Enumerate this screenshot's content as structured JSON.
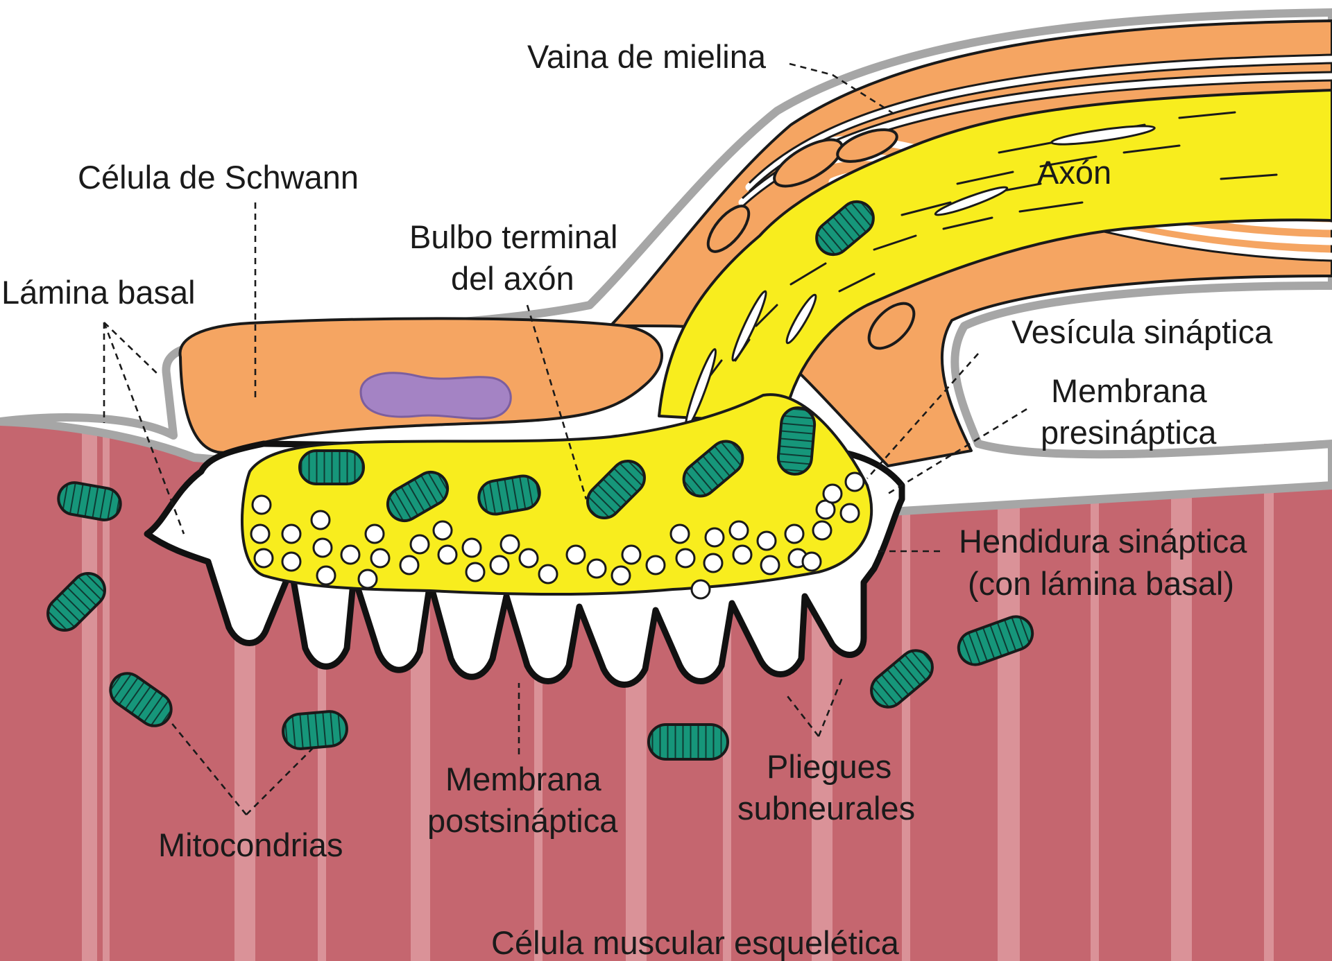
{
  "labels": {
    "vaina_mielina": "Vaina de mielina",
    "celula_schwann": "Célula de Schwann",
    "axon": "Axón",
    "bulbo_line1": "Bulbo terminal",
    "bulbo_line2": "del axón",
    "lamina_basal": "Lámina basal",
    "vesicula": "Vesícula sináptica",
    "membrana_pre_line1": "Membrana",
    "membrana_pre_line2": "presináptica",
    "hendidura_line1": "Hendidura sináptica",
    "hendidura_line2": "(con lámina basal)",
    "membrana_post_line1": "Membrana",
    "membrana_post_line2": "postsináptica",
    "pliegues_line1": "Pliegues",
    "pliegues_line2": "subneurales",
    "mitocondrias": "Mitocondrias",
    "celula_muscular": "Célula muscular esquelética"
  },
  "colors": {
    "muscle": "#c5666f",
    "muscle_stripe": "#dd9aa0",
    "schwann": "#f5a562",
    "axon": "#f8ed1e",
    "mitochondria": "#16967a",
    "nucleus": "#a483c4",
    "membrane_gray": "#a6a6a6"
  }
}
